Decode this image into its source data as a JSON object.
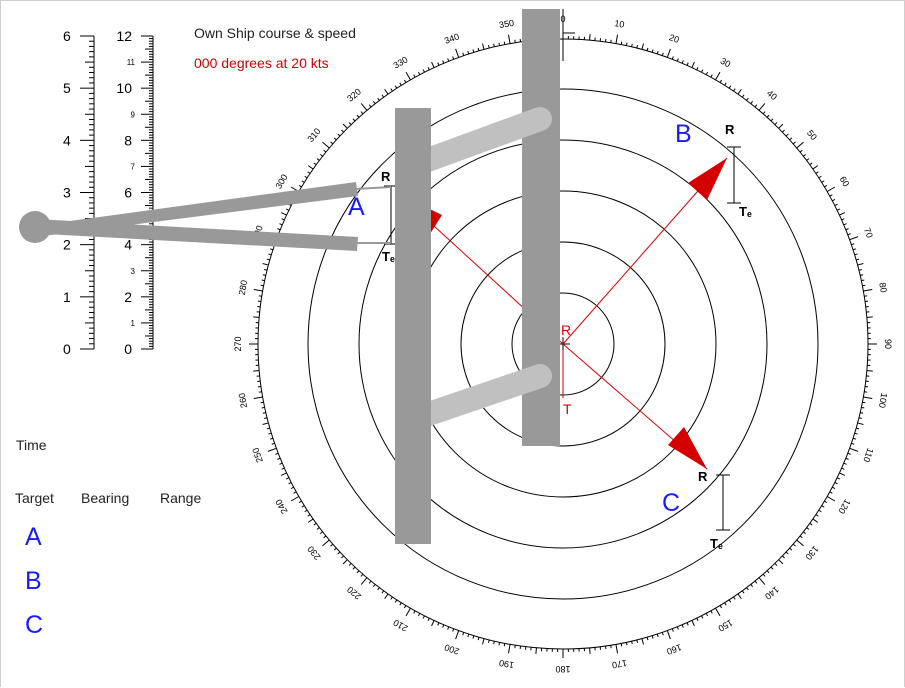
{
  "own_ship": {
    "heading": "Own Ship course & speed",
    "value": "000 degrees at 20 kts",
    "value_color": "#d40000"
  },
  "scales": {
    "left_major": [
      "6",
      "5",
      "4",
      "3",
      "2",
      "1",
      "0"
    ],
    "right_major": [
      "12",
      "10",
      "8",
      "6",
      "4",
      "2",
      "0"
    ],
    "right_minor": [
      "11",
      "9",
      "7",
      "5",
      "3",
      "1"
    ]
  },
  "panel": {
    "time_label": "Time",
    "headers": {
      "target": "Target",
      "bearing": "Bearing",
      "range": "Range"
    },
    "targets": [
      "A",
      "B",
      "C"
    ]
  },
  "plot": {
    "bearing_labels": [
      "0",
      "10",
      "20",
      "30",
      "40",
      "50",
      "60",
      "70",
      "80",
      "90",
      "100",
      "110",
      "120",
      "130",
      "140",
      "150",
      "160",
      "170",
      "180",
      "190",
      "200",
      "210",
      "220",
      "230",
      "240",
      "250",
      "260",
      "270",
      "280",
      "290",
      "300",
      "310",
      "320",
      "330",
      "340",
      "350"
    ],
    "targets": [
      {
        "name": "A",
        "top_label": "R",
        "bottom_label": "Tₑ"
      },
      {
        "name": "B",
        "top_label": "R",
        "bottom_label": "Tₑ"
      },
      {
        "name": "C",
        "top_label": "R",
        "bottom_label": "Tₑ"
      }
    ],
    "center_labels": {
      "r": "R",
      "t": "T"
    },
    "colors": {
      "vector": "#d40000",
      "target_label": "#1a1aff",
      "overlay": "#999999"
    }
  }
}
